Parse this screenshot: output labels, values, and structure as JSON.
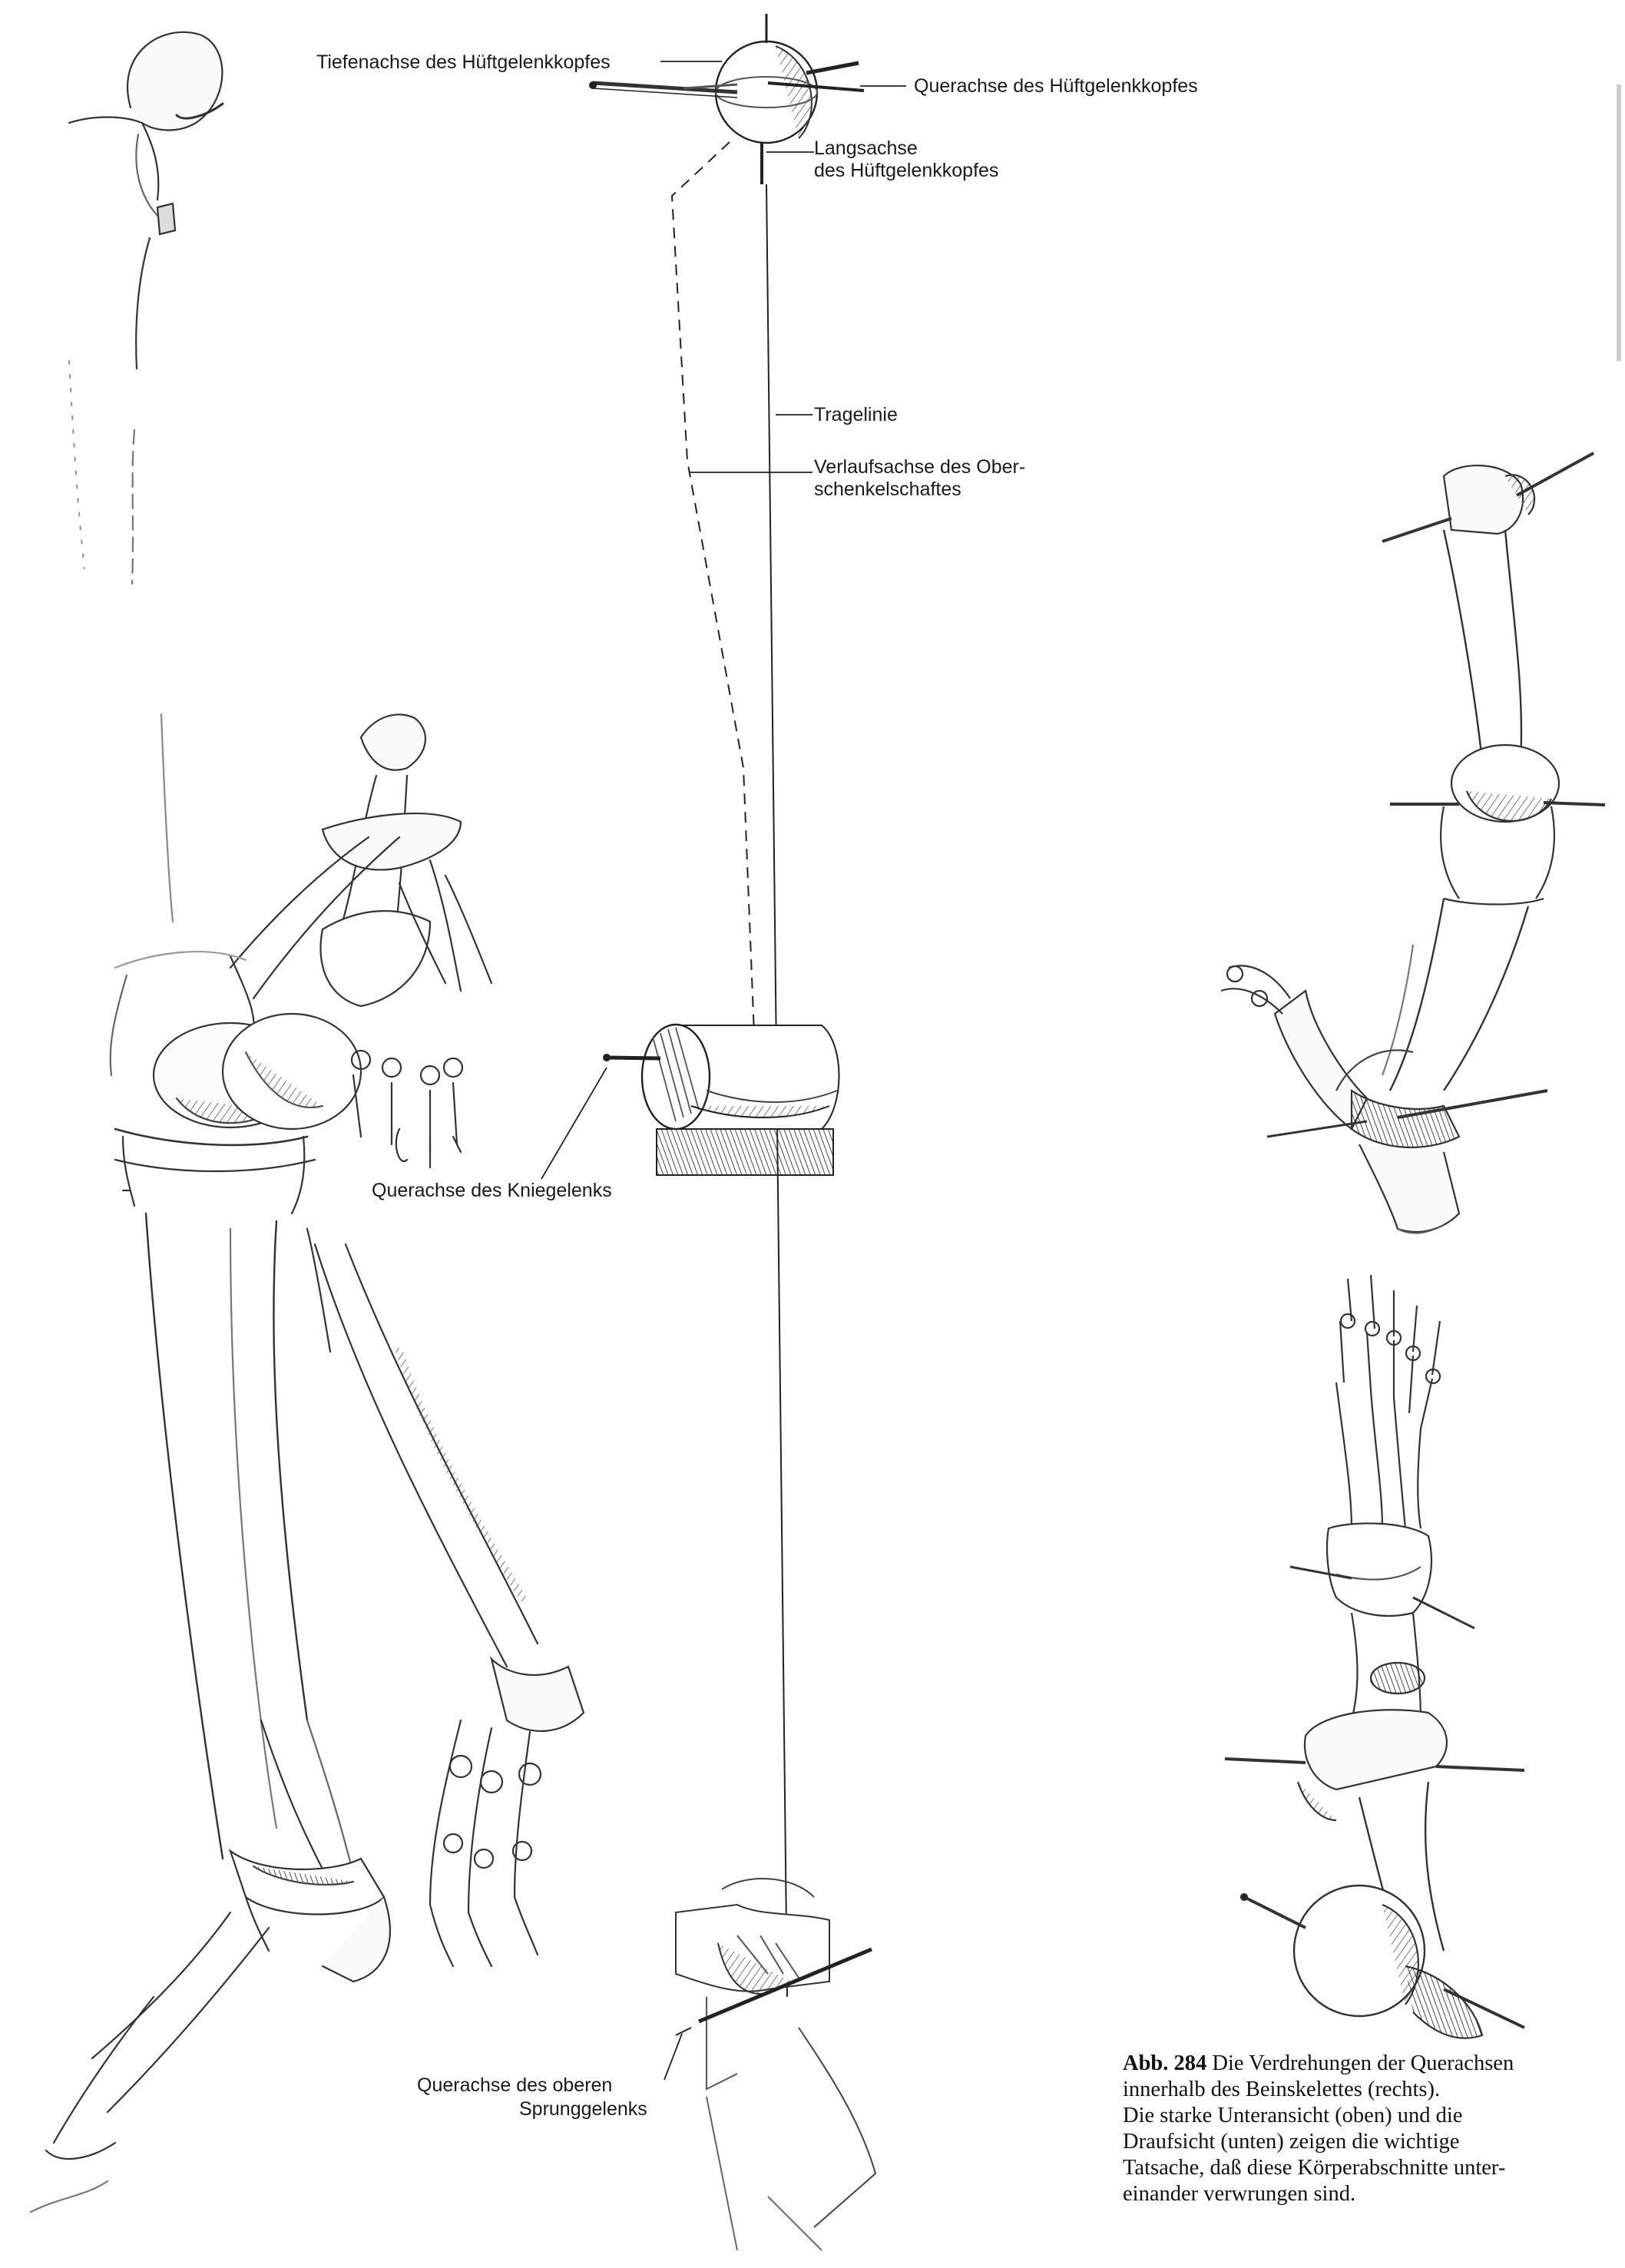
{
  "labels": {
    "tiefenachse": "Tiefenachse des Hüftgelenkkopfes",
    "querachse_hueft": "Querachse des Hüftgelenkkopfes",
    "laengsachse_1": "Langsachse",
    "laengsachse_2": "des Hüftgelenkkopfes",
    "tragelinie": "Tragelinie",
    "verlaufsachse_1": "Verlaufsachse des Ober-",
    "verlaufsachse_2": "schenkelschaftes",
    "querachse_knie": "Querachse des Kniegelenks",
    "querachse_sprung_1": "Querachse des oberen",
    "querachse_sprung_2": "Sprunggelenks"
  },
  "caption": {
    "abb": "Abb. 284",
    "line1_rest": "Die Verdrehungen der Querachsen",
    "line2": "innerhalb des Beinskelettes (rechts).",
    "line3": "Die starke Unteransicht (oben) und die",
    "line4": "Draufsicht (unten) zeigen die wichtige",
    "line5": "Tatsache, daß diese Körperabschnitte unter-",
    "line6": "einander verwrungen sind."
  }
}
